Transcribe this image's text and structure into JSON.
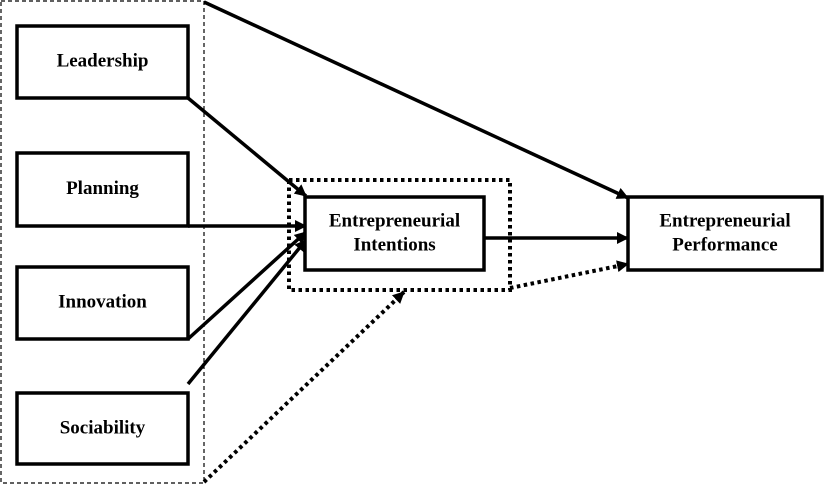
{
  "diagram": {
    "nodes": {
      "leadership": "Leadership",
      "planning": "Planning",
      "innovation": "Innovation",
      "sociability": "Sociability",
      "intentions": [
        "Entrepreneurial",
        "Intentions"
      ],
      "performance": [
        "Entrepreneurial",
        "Performance"
      ]
    },
    "edges": [
      {
        "from": "leadership",
        "to": "intentions",
        "style": "solid"
      },
      {
        "from": "planning",
        "to": "intentions",
        "style": "solid"
      },
      {
        "from": "innovation",
        "to": "intentions",
        "style": "solid"
      },
      {
        "from": "sociability",
        "to": "intentions",
        "style": "solid"
      },
      {
        "from": "intentions",
        "to": "performance",
        "style": "solid"
      },
      {
        "from": "personality-traits-group",
        "to": "performance",
        "style": "solid"
      },
      {
        "from": "personality-traits-group",
        "to": "intentions-group",
        "style": "dotted"
      },
      {
        "from": "intentions-group",
        "to": "performance",
        "style": "dotted"
      }
    ],
    "colors": {
      "stroke": "#000000",
      "background": "#ffffff"
    }
  }
}
